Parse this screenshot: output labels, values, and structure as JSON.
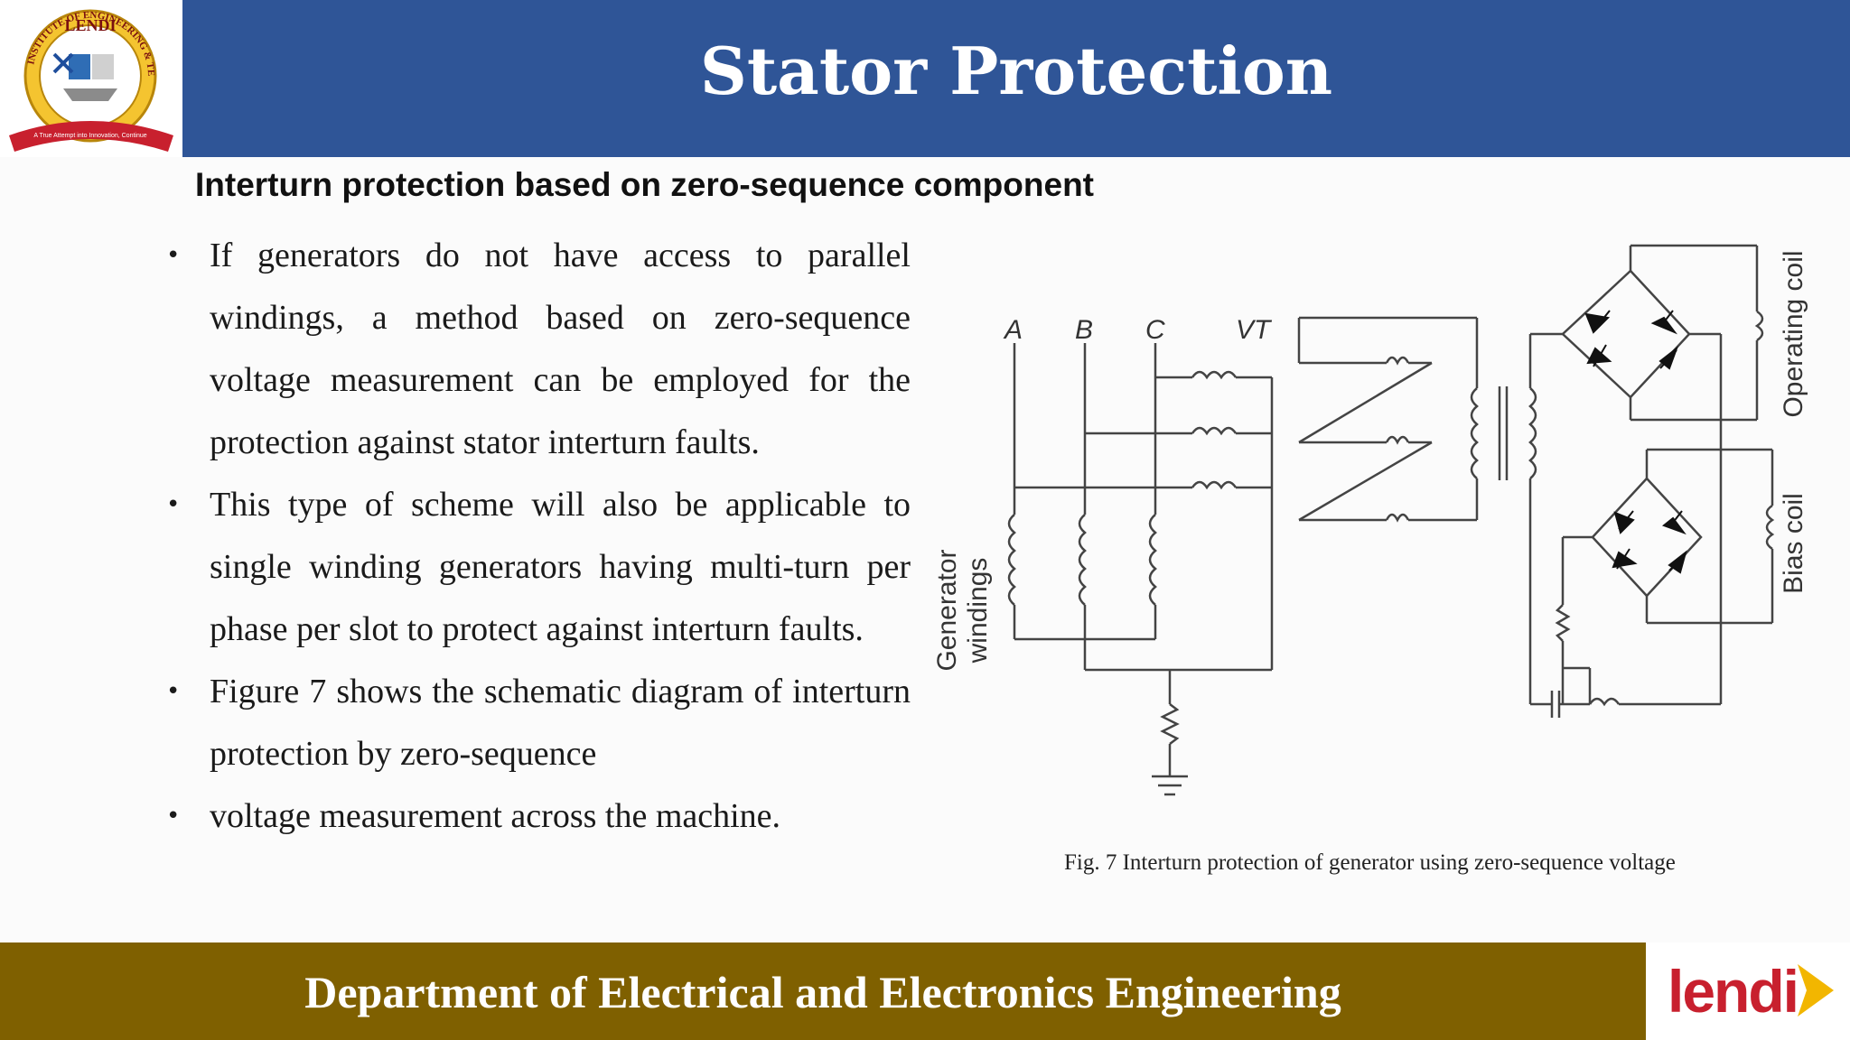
{
  "slide": {
    "title": "Stator Protection",
    "subtitle": "Interturn protection based on zero-sequence component",
    "bullets": [
      "If generators do not have access to parallel windings, a method based on zero-sequence voltage measurement can be employed for the protection against stator interturn faults.",
      "This type of scheme will also be applicable to single winding generators having multi-turn per phase per slot to protect against interturn faults.",
      "Figure 7 shows the schematic diagram of interturn protection by zero-sequence",
      "voltage measurement across the machine."
    ],
    "bullet_symbol": "•"
  },
  "logo": {
    "top_text": "LENDI",
    "ring_text": "INSTITUTE OF ENGINEERING & TECHNOLOGY",
    "ribbon_text": "A True Attempt into Innovation, Continue"
  },
  "figure": {
    "labels": {
      "a": "A",
      "b": "B",
      "c": "C",
      "vt": "VT",
      "gen_windings_1": "Generator",
      "gen_windings_2": "windings",
      "operating_coil": "Operating coil",
      "bias_coil": "Bias coil"
    },
    "caption": "Fig. 7 Interturn protection of generator using zero-sequence voltage"
  },
  "footer": {
    "department": "Department  of Electrical and Electronics Engineering",
    "brand": "lendi"
  },
  "colors": {
    "header_bg": "#2f5597",
    "footer_bg": "#7f6000",
    "brand_red": "#c8202e",
    "brand_gold": "#f2b600"
  }
}
